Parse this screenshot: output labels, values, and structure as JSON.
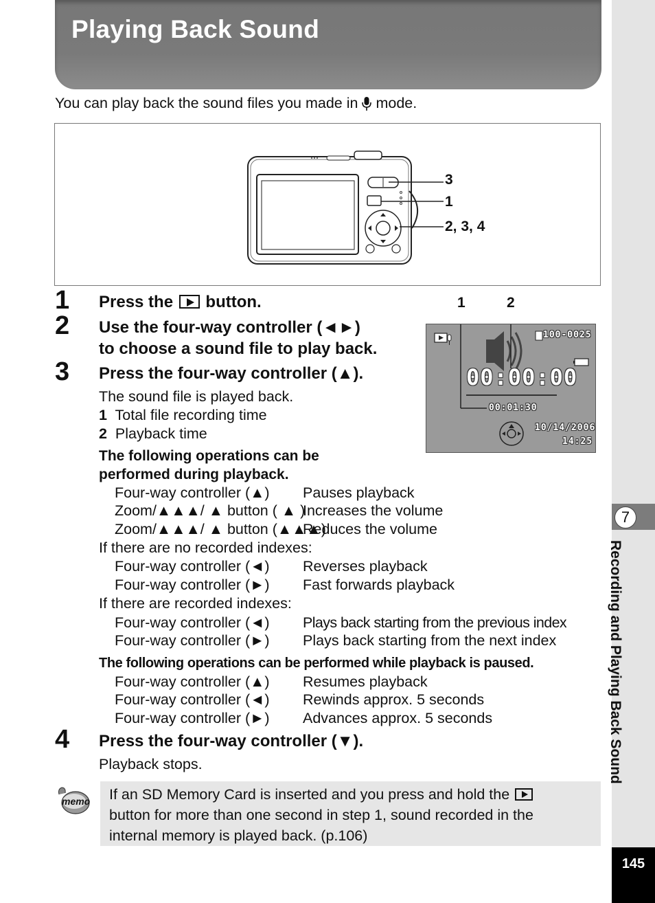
{
  "header": {
    "title": "Playing Back Sound"
  },
  "intro": {
    "before": "You can play back the sound files you made in",
    "after": "mode.",
    "mic_icon": "microphone-icon"
  },
  "camera_callouts": {
    "c1": "3",
    "c2": "1",
    "c3": "2, 3, 4"
  },
  "steps": [
    {
      "num": "1",
      "text_before": "Press the",
      "text_after": "button."
    },
    {
      "num": "2",
      "line1": "Use the four-way controller (◄►)",
      "line2": "to choose a sound file to play back."
    },
    {
      "num": "3",
      "text": "Press the four-way controller (▲)."
    },
    {
      "num": "4",
      "text": "Press the four-way controller (▼)."
    }
  ],
  "step3": {
    "desc": "The sound file is played back.",
    "items": [
      {
        "n": "1",
        "t": "Total file recording time"
      },
      {
        "n": "2",
        "t": "Playback time"
      }
    ],
    "ops_heading_1": "The following operations can be",
    "ops_heading_2": "performed during playback.",
    "ops_playback": [
      {
        "ctrl": "Four-way controller (▲)",
        "action": "Pauses playback"
      },
      {
        "ctrl": "Zoom/▲▲▲/ ▲ button ( ▲ )",
        "action": "Increases the volume"
      },
      {
        "ctrl": "Zoom/▲▲▲/ ▲ button (▲▲▲)",
        "action": "Reduces the volume"
      }
    ],
    "no_index_heading": "If there are no recorded indexes:",
    "ops_no_index": [
      {
        "ctrl": "Four-way controller (◄)",
        "action": "Reverses playback"
      },
      {
        "ctrl": "Four-way controller (►)",
        "action": "Fast forwards playback"
      }
    ],
    "index_heading": "If there are recorded indexes:",
    "ops_index": [
      {
        "ctrl": "Four-way controller (◄)",
        "action": "Plays back starting from the previous index"
      },
      {
        "ctrl": "Four-way controller (►)",
        "action": "Plays back starting from the next index"
      }
    ],
    "paused_heading": "The following operations can be performed while playback is paused.",
    "ops_paused": [
      {
        "ctrl": "Four-way controller (▲)",
        "action": "Resumes playback"
      },
      {
        "ctrl": "Four-way controller (◄)",
        "action": "Rewinds approx. 5 seconds"
      },
      {
        "ctrl": "Four-way controller (►)",
        "action": "Advances approx. 5 seconds"
      }
    ]
  },
  "step4": {
    "desc": "Playback stops."
  },
  "lcd": {
    "callout1": "1",
    "callout2": "2",
    "file_no": "100-0025",
    "playback_time": "00:00:00",
    "total_time": "00:01:30",
    "date": "10/14/2006",
    "time": "14:25"
  },
  "memo": {
    "label": "memo",
    "line1_before": "If an SD Memory Card is inserted and you press and hold the",
    "line2": "button for more than one second in step 1, sound recorded in the",
    "line3": "internal memory is played back. (p.106)"
  },
  "sidebar": {
    "chapter": "7",
    "section": "Recording and Playing Back Sound",
    "page": "145"
  }
}
